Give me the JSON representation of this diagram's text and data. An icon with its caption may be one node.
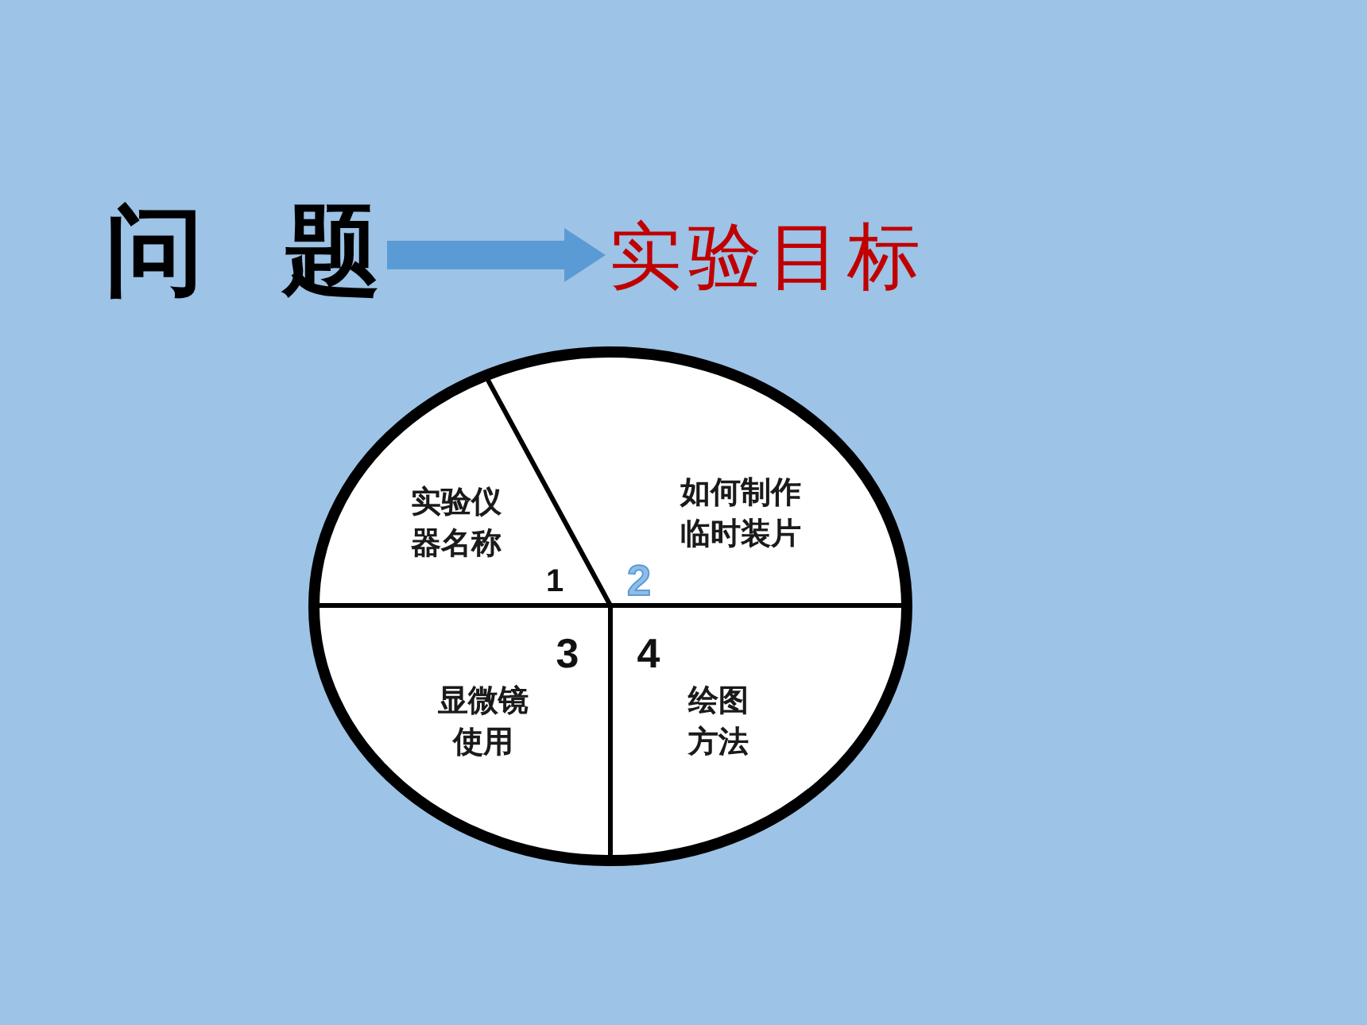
{
  "diagram": {
    "nodes": [
      {
        "text": [
          "问 题"
        ]
      },
      {
        "text": [
          "实验目标"
        ]
      },
      {
        "text": [],
        "shape": "circle"
      },
      {
        "text": [
          "实验仪器名称",
          "1"
        ],
        "in": 2
      },
      {
        "text": [
          "如何制作临时装片",
          "2"
        ],
        "in": 2
      },
      {
        "text": [
          "显微镜使用",
          "3"
        ],
        "in": 2
      },
      {
        "text": [
          "绘图方法",
          "4"
        ],
        "in": 2
      }
    ],
    "edges": [
      {
        "from": 0,
        "to": 1,
        "arrow": "to"
      }
    ]
  }
}
